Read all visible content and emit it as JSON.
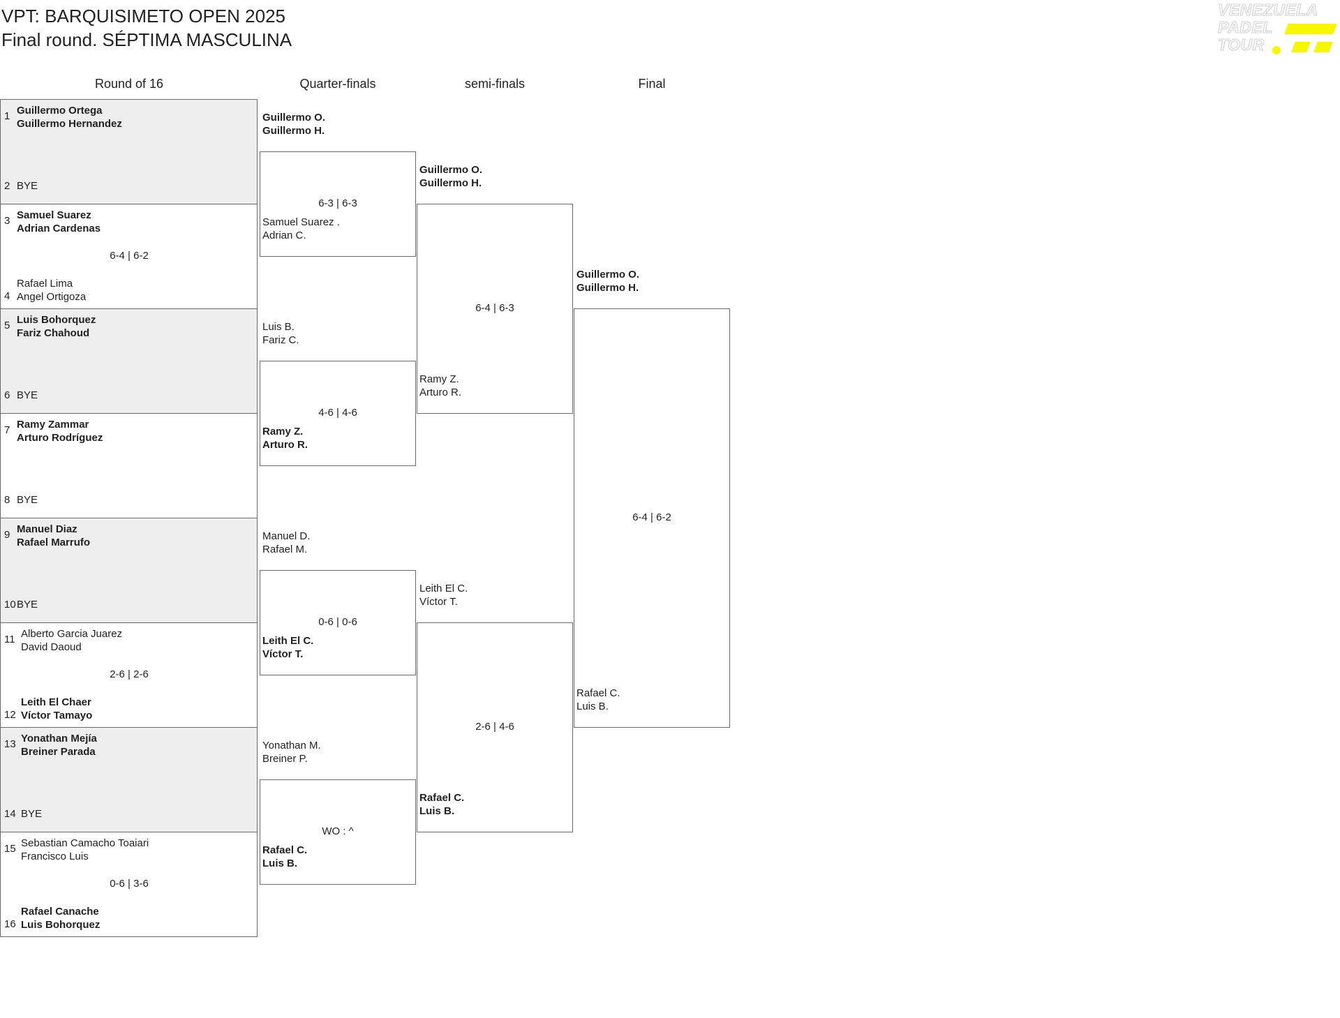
{
  "header": {
    "title": "VPT: BARQUISIMETO OPEN 2025",
    "subtitle": "Final round. SÉPTIMA MASCULINA"
  },
  "logo": {
    "lines": [
      "VENEZUELA",
      "PADEL",
      "TOUR"
    ],
    "accent_color": "#f7f700"
  },
  "rounds": [
    "Round of 16",
    "Quarter-finals",
    "semi-finals",
    "Final"
  ],
  "round_of_16": [
    {
      "shaded": true,
      "score": "",
      "top": {
        "seed": "1",
        "players": [
          "Guillermo Ortega",
          "Guillermo Hernandez"
        ],
        "winner": true
      },
      "bottom": {
        "seed": "2",
        "players": [
          "BYE",
          ""
        ],
        "winner": false
      }
    },
    {
      "shaded": false,
      "score": "6-4 | 6-2",
      "top": {
        "seed": "3",
        "players": [
          "Samuel Suarez",
          "Adrian Cardenas"
        ],
        "winner": true
      },
      "bottom": {
        "seed": "4",
        "players": [
          "Rafael Lima",
          "Angel Ortigoza"
        ],
        "winner": false
      }
    },
    {
      "shaded": true,
      "score": "",
      "top": {
        "seed": "5",
        "players": [
          "Luis Bohorquez",
          "Fariz Chahoud"
        ],
        "winner": true
      },
      "bottom": {
        "seed": "6",
        "players": [
          "BYE",
          ""
        ],
        "winner": false
      }
    },
    {
      "shaded": false,
      "score": "",
      "top": {
        "seed": "7",
        "players": [
          "Ramy Zammar",
          "Arturo Rodríguez"
        ],
        "winner": true
      },
      "bottom": {
        "seed": "8",
        "players": [
          "BYE",
          ""
        ],
        "winner": false
      }
    },
    {
      "shaded": true,
      "score": "",
      "top": {
        "seed": "9",
        "players": [
          "Manuel Diaz",
          "Rafael Marrufo"
        ],
        "winner": true
      },
      "bottom": {
        "seed": "10",
        "players": [
          "BYE",
          ""
        ],
        "winner": false
      }
    },
    {
      "shaded": false,
      "score": "2-6 | 2-6",
      "top": {
        "seed": "11",
        "players": [
          "Alberto Garcia Juarez",
          "David Daoud"
        ],
        "winner": false
      },
      "bottom": {
        "seed": "12",
        "players": [
          "Leith El Chaer",
          "Víctor Tamayo"
        ],
        "winner": true
      }
    },
    {
      "shaded": true,
      "score": "",
      "top": {
        "seed": "13",
        "players": [
          "Yonathan Mejía",
          "Breiner Parada"
        ],
        "winner": true
      },
      "bottom": {
        "seed": "14",
        "players": [
          "BYE",
          ""
        ],
        "winner": false
      }
    },
    {
      "shaded": false,
      "score": "0-6 | 3-6",
      "top": {
        "seed": "15",
        "players": [
          "Sebastian Camacho Toaiari",
          "Francisco Luis"
        ],
        "winner": false
      },
      "bottom": {
        "seed": "16",
        "players": [
          "Rafael Canache",
          "Luis Bohorquez"
        ],
        "winner": true
      }
    }
  ],
  "quarter_finals": [
    {
      "score": "6-3 | 6-3",
      "top": {
        "players": [
          "Guillermo O.",
          "Guillermo H."
        ],
        "winner": true
      },
      "bottom": {
        "players": [
          "Samuel Suarez .",
          "Adrian C."
        ],
        "winner": false
      }
    },
    {
      "score": "4-6 | 4-6",
      "top": {
        "players": [
          "Luis B.",
          "Fariz C."
        ],
        "winner": false
      },
      "bottom": {
        "players": [
          "Ramy Z.",
          "Arturo R."
        ],
        "winner": true
      }
    },
    {
      "score": "0-6 | 0-6",
      "top": {
        "players": [
          "Manuel D.",
          "Rafael M."
        ],
        "winner": false
      },
      "bottom": {
        "players": [
          "Leith El C.",
          "Víctor T."
        ],
        "winner": true
      }
    },
    {
      "score": "WO : ^",
      "top": {
        "players": [
          "Yonathan M.",
          "Breiner P."
        ],
        "winner": false
      },
      "bottom": {
        "players": [
          "Rafael C.",
          "Luis B."
        ],
        "winner": true
      }
    }
  ],
  "semi_finals": [
    {
      "score": "6-4 | 6-3",
      "top": {
        "players": [
          "Guillermo O.",
          "Guillermo H."
        ],
        "winner": true
      },
      "bottom": {
        "players": [
          "Ramy Z.",
          "Arturo R."
        ],
        "winner": false
      }
    },
    {
      "score": "2-6 | 4-6",
      "top": {
        "players": [
          "Leith El C.",
          "Víctor T."
        ],
        "winner": false
      },
      "bottom": {
        "players": [
          "Rafael C.",
          "Luis B."
        ],
        "winner": true
      }
    }
  ],
  "final": [
    {
      "score": "6-4 | 6-2",
      "top": {
        "players": [
          "Guillermo O.",
          "Guillermo H."
        ],
        "winner": true
      },
      "bottom": {
        "players": [
          "Rafael C.",
          "Luis B."
        ],
        "winner": false
      }
    }
  ]
}
